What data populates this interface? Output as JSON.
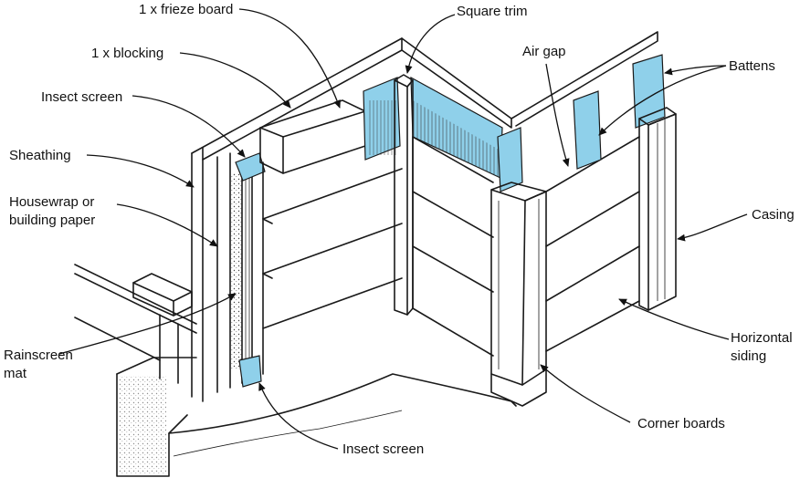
{
  "colors": {
    "accent_blue": "#8fd0ea",
    "ink": "#1a1a1a",
    "paper": "#ffffff"
  },
  "labels": {
    "frieze_board": "1 x frieze board",
    "blocking": "1 x blocking",
    "insect_screen_top": "Insect screen",
    "sheathing": "Sheathing",
    "housewrap_line1": "Housewrap or",
    "housewrap_line2": "building paper",
    "rainscreen_line1": "Rainscreen",
    "rainscreen_line2": "mat",
    "square_trim": "Square trim",
    "air_gap": "Air gap",
    "battens": "Battens",
    "casing": "Casing",
    "horizontal_line1": "Horizontal",
    "horizontal_line2": "siding",
    "corner_boards": "Corner boards",
    "insect_screen_bottom": "Insect screen"
  }
}
